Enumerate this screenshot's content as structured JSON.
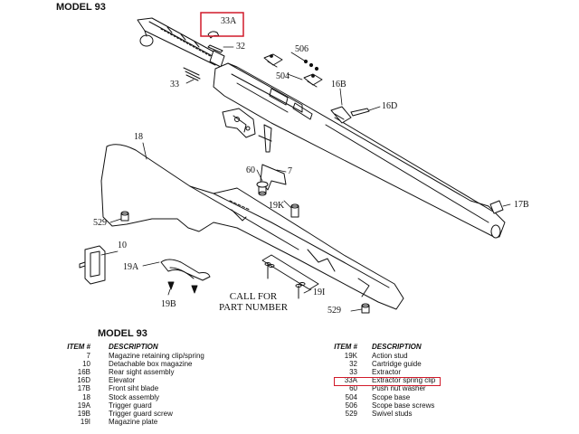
{
  "title": "MODEL 93",
  "subtitle": "MODEL 93",
  "call_for_part": [
    "CALL FOR",
    "PART NUMBER"
  ],
  "callouts": {
    "c33A": "33A",
    "c32": "32",
    "c33": "33",
    "c506": "506",
    "c504": "504",
    "c16B": "16B",
    "c16D": "16D",
    "c18": "18",
    "c60": "60",
    "c7": "7",
    "c19K": "19K",
    "c17B": "17B",
    "c529a": "529",
    "c10": "10",
    "c19A": "19A",
    "c19B": "19B",
    "c19I": "19I",
    "c529b": "529"
  },
  "table_headers": {
    "item": "ITEM #",
    "description": "DESCRIPTION"
  },
  "parts_left": [
    {
      "item": "7",
      "description": "Magazine retaining clip/spring"
    },
    {
      "item": "10",
      "description": "Detachable box magazine"
    },
    {
      "item": "16B",
      "description": "Rear sight assembly"
    },
    {
      "item": "16D",
      "description": "Elevator"
    },
    {
      "item": "17B",
      "description": "Front siht blade"
    },
    {
      "item": "18",
      "description": "Stock assembly"
    },
    {
      "item": "19A",
      "description": "Trigger guard"
    },
    {
      "item": "19B",
      "description": "Trigger guard screw"
    },
    {
      "item": "19I",
      "description": "Magazine plate"
    }
  ],
  "parts_right": [
    {
      "item": "19K",
      "description": "Action stud"
    },
    {
      "item": "32",
      "description": "Cartridge guide"
    },
    {
      "item": "33",
      "description": "Extractor"
    },
    {
      "item": "33A",
      "description": "Extractor spring clip"
    },
    {
      "item": "60",
      "description": "Push nut washer"
    },
    {
      "item": "504",
      "description": "Scope base"
    },
    {
      "item": "506",
      "description": "Scope base screws"
    },
    {
      "item": "529",
      "description": "Swivel studs"
    }
  ],
  "highlight_color": "#d11a2a"
}
